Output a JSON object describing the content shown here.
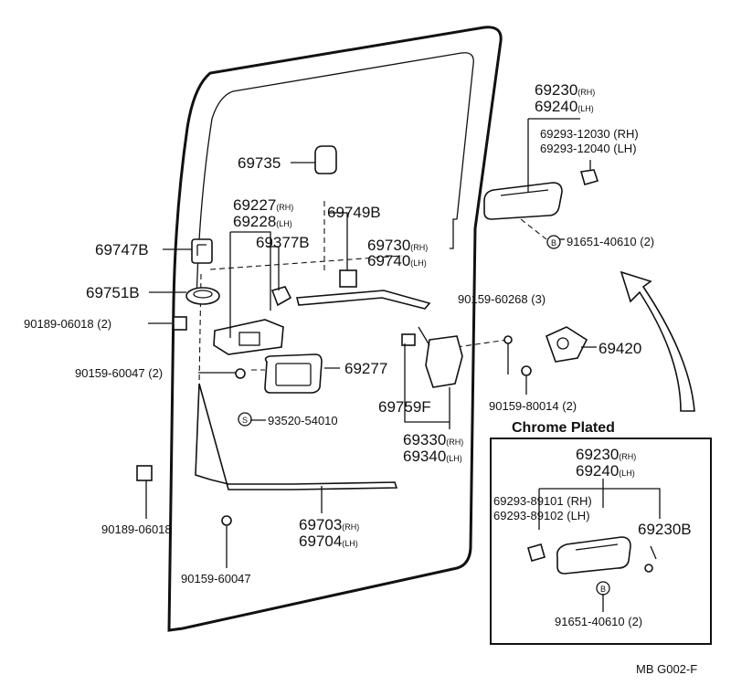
{
  "labels": {
    "p69230_rh": "69230",
    "p69240_lh": "69240",
    "p69293_12030": "69293-12030 (RH)",
    "p69293_12040": "69293-12040 (LH)",
    "p69735": "69735",
    "p69227": "69227",
    "p69228": "69228",
    "p69749b": "69749B",
    "p69747b": "69747B",
    "p69377b": "69377B",
    "p69730": "69730",
    "p69740": "69740",
    "p91651_top": "91651-40610 (2)",
    "p69751b": "69751B",
    "p90189_06018_2": "90189-06018 (2)",
    "p90159_60268": "90159-60268 (3)",
    "p69420": "69420",
    "p90159_60047_2": "90159-60047 (2)",
    "p69277": "69277",
    "p90159_80014": "90159-80014 (2)",
    "p69759f": "69759F",
    "p93520": "93520-54010",
    "p69330": "69330",
    "p69340": "69340",
    "chrome_title": "Chrome Plated",
    "p90189_06018": "90189-06018",
    "p69703": "69703",
    "p69704": "69704",
    "p90159_60047": "90159-60047",
    "c69230": "69230",
    "c69240": "69240",
    "c69293_89101": "69293-89101 (RH)",
    "c69293_89102": "69293-89102 (LH)",
    "c69230b": "69230B",
    "c91651": "91651-40610 (2)",
    "ref": "MB G002-F"
  },
  "suffix": {
    "rh": "(RH)",
    "lh": "(LH)"
  },
  "markers": {
    "s": "S",
    "b": "B"
  }
}
